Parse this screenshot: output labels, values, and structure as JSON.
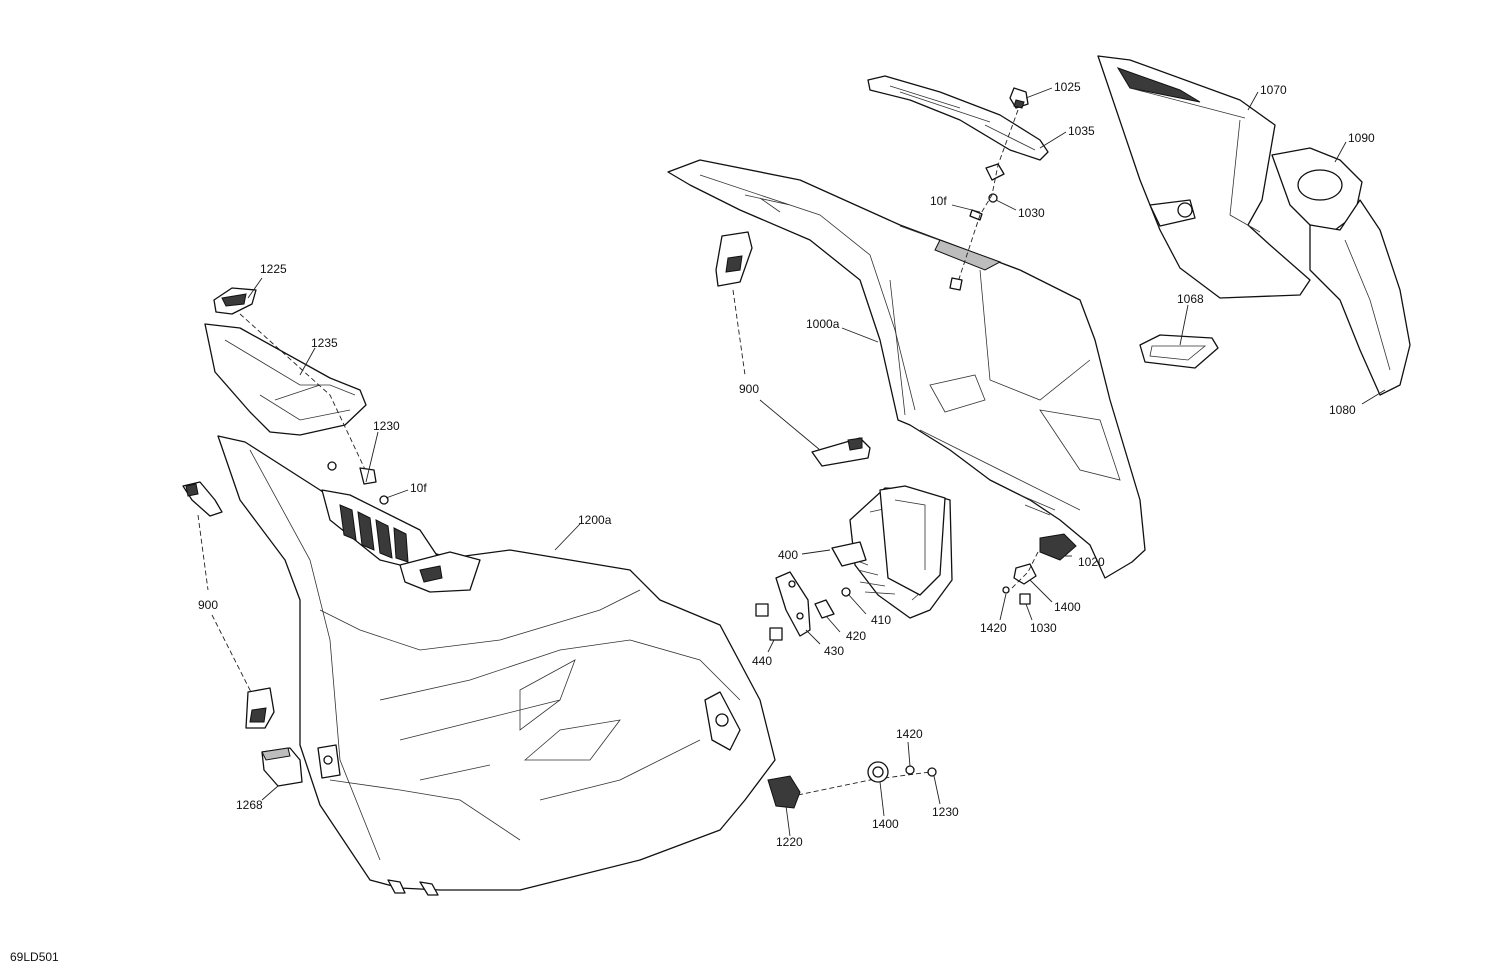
{
  "diagram_ref": "69LD501",
  "callouts": {
    "c1025": "1025",
    "c1035": "1035",
    "c1070": "1070",
    "c1090": "1090",
    "c10f_top": "10f",
    "c1030_top": "1030",
    "c1000a": "1000a",
    "c1068": "1068",
    "c900_right": "900",
    "c1080": "1080",
    "c1225": "1225",
    "c1235": "1235",
    "c1230_top": "1230",
    "c10f_left": "10f",
    "c1200a": "1200a",
    "c900_left": "900",
    "c400": "400",
    "c410": "410",
    "c420": "420",
    "c430": "430",
    "c440": "440",
    "c1020": "1020",
    "c1400_mid": "1400",
    "c1420_mid": "1420",
    "c1030_mid": "1030",
    "c1268": "1268",
    "c1420_bot": "1420",
    "c1230_bot": "1230",
    "c1400_bot": "1400",
    "c1220": "1220"
  }
}
